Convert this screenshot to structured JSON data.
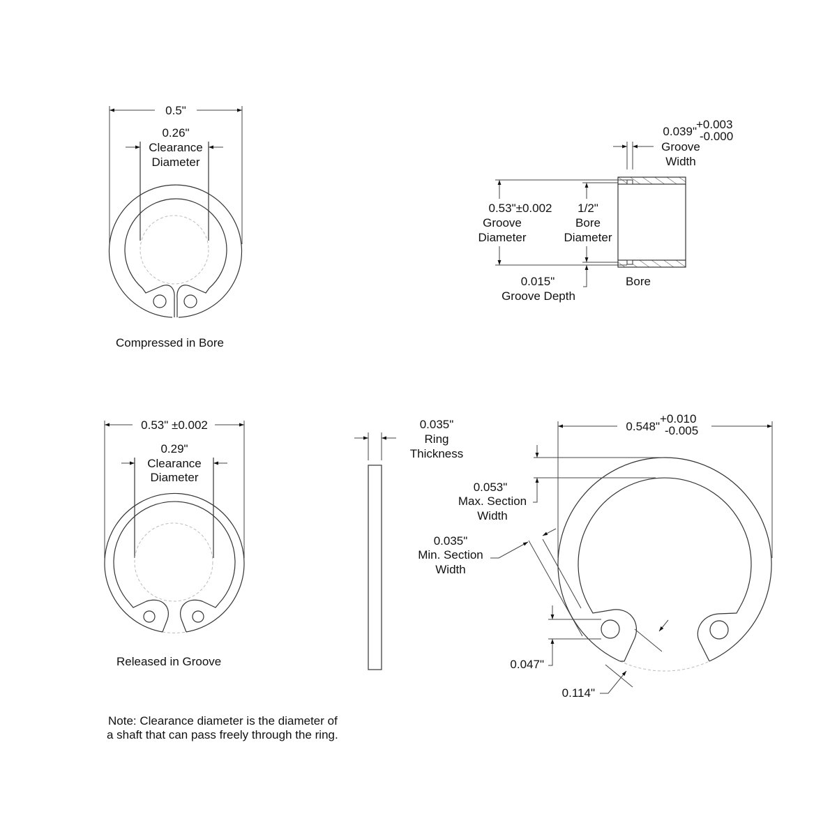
{
  "compressed": {
    "overall": "0.5\"",
    "clearance_value": "0.26\"",
    "clearance_label1": "Clearance",
    "clearance_label2": "Diameter",
    "caption": "Compressed in Bore"
  },
  "bore": {
    "groove_width_value": "0.039\"",
    "groove_width_tol_plus": "+0.003",
    "groove_width_tol_minus": "-0.000",
    "groove_width_label1": "Groove",
    "groove_width_label2": "Width",
    "groove_diameter_value": "0.53\"±0.002",
    "groove_diameter_label1": "Groove",
    "groove_diameter_label2": "Diameter",
    "bore_diameter_value": "1/2\"",
    "bore_diameter_label1": "Bore",
    "bore_diameter_label2": "Diameter",
    "groove_depth_value": "0.015\"",
    "groove_depth_label": "Groove Depth",
    "caption": "Bore"
  },
  "released": {
    "overall": "0.53\" ±0.002",
    "clearance_value": "0.29\"",
    "clearance_label1": "Clearance",
    "clearance_label2": "Diameter",
    "caption": "Released in Groove"
  },
  "side": {
    "thickness_value": "0.035\"",
    "thickness_label1": "Ring",
    "thickness_label2": "Thickness"
  },
  "detail": {
    "free_diameter_value": "0.548\"",
    "free_diameter_tol_plus": "+0.010",
    "free_diameter_tol_minus": "-0.005",
    "max_section_value": "0.053\"",
    "max_section_label1": "Max. Section",
    "max_section_label2": "Width",
    "min_section_value": "0.035\"",
    "min_section_label1": "Min. Section",
    "min_section_label2": "Width",
    "hole_value": "0.047\"",
    "lug_value": "0.114\""
  },
  "note": {
    "line1": "Note: Clearance diameter is the diameter of",
    "line2": "a shaft that can pass freely through the ring."
  }
}
